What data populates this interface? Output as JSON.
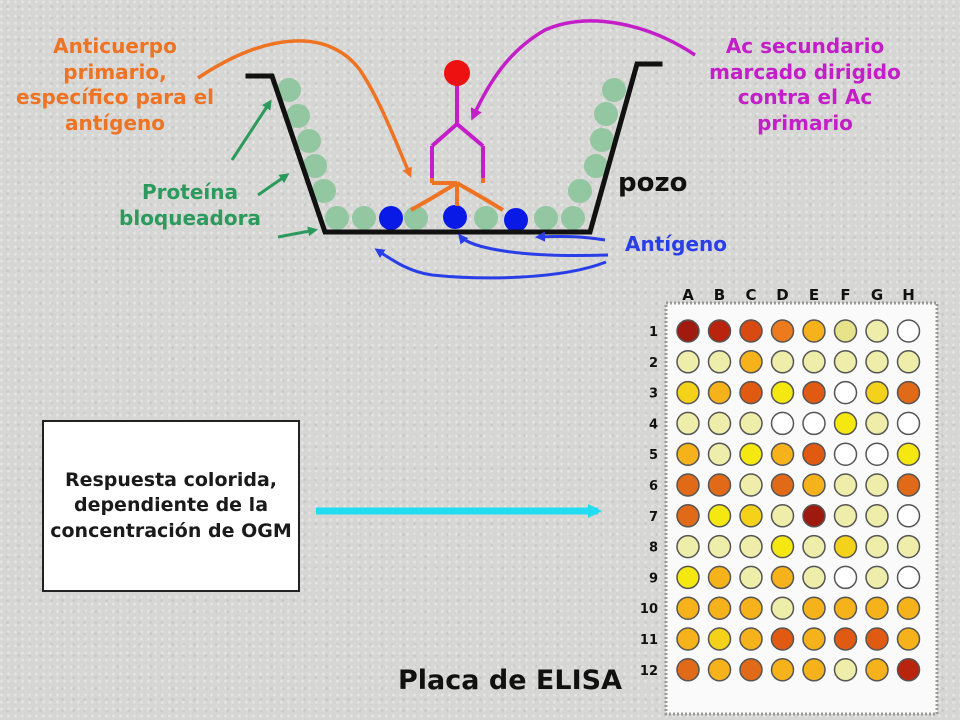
{
  "labels": {
    "anticuerpo_primario": "Anticuerpo primario, específico para el antígeno",
    "ac_secundario": "Ac secundario marcado dirigido contra el Ac primario",
    "proteina_bloqueadora": "Proteína bloqueadora",
    "antigeno": "Antígeno",
    "pozo": "pozo",
    "respuesta": "Respuesta colorida, dependiente de la concentración de OGM",
    "placa": "Placa de ELISA"
  },
  "plate": {
    "columns": [
      "A",
      "B",
      "C",
      "D",
      "E",
      "F",
      "G",
      "H"
    ],
    "rows": [
      "1",
      "2",
      "3",
      "4",
      "5",
      "6",
      "7",
      "8",
      "9",
      "10",
      "11",
      "12"
    ],
    "wells": [
      [
        "#a01a10",
        "#b8240e",
        "#d94a12",
        "#ee7a1e",
        "#f5b21a",
        "#e6e38a",
        "#eeeeaa",
        "#ffffff"
      ],
      [
        "#eeeeaa",
        "#eeeeaa",
        "#f5b21a",
        "#eeeeaa",
        "#eeeeaa",
        "#eeeeaa",
        "#eeeeaa",
        "#eeeeaa"
      ],
      [
        "#f5d21a",
        "#f5b21a",
        "#e05a12",
        "#f5e810",
        "#e05a12",
        "#ffffff",
        "#f5d21a",
        "#e06a18"
      ],
      [
        "#eeeeaa",
        "#eeeeaa",
        "#eeeeaa",
        "#ffffff",
        "#ffffff",
        "#f5e810",
        "#eeeeaa",
        "#ffffff"
      ],
      [
        "#f5b21a",
        "#eeeeaa",
        "#f5e810",
        "#f5b21a",
        "#e05a12",
        "#ffffff",
        "#ffffff",
        "#f5e810"
      ],
      [
        "#e06a18",
        "#e06a18",
        "#eeeeaa",
        "#e06a18",
        "#f5b21a",
        "#eeeeaa",
        "#eeeeaa",
        "#e06a18"
      ],
      [
        "#e06a18",
        "#f5e810",
        "#f5d21a",
        "#eeeeaa",
        "#9e1a0e",
        "#eeeeaa",
        "#eeeeaa",
        "#ffffff"
      ],
      [
        "#eeeeaa",
        "#eeeeaa",
        "#eeeeaa",
        "#f5e810",
        "#eeeeaa",
        "#f5d21a",
        "#eeeeaa",
        "#eeeeaa"
      ],
      [
        "#f5e810",
        "#f5b21a",
        "#eeeeaa",
        "#f5b21a",
        "#eeeeaa",
        "#ffffff",
        "#eeeeaa",
        "#ffffff"
      ],
      [
        "#f5b21a",
        "#f5b21a",
        "#f5b21a",
        "#eeeeaa",
        "#f5b21a",
        "#f5b21a",
        "#f5b21a",
        "#f5b21a"
      ],
      [
        "#f5b21a",
        "#f5d21a",
        "#f5b21a",
        "#e05a12",
        "#f5b21a",
        "#e05a12",
        "#e05a12",
        "#f5b21a"
      ],
      [
        "#e06a18",
        "#f5b21a",
        "#e06a18",
        "#f5b21a",
        "#f5b21a",
        "#eeeeaa",
        "#f5b21a",
        "#b8240e"
      ]
    ]
  },
  "colors": {
    "orange": "#ee7322",
    "magenta": "#c31ec8",
    "green": "#2c9a5c",
    "blue": "#2a3ee8",
    "blocking_protein": "#93c7a2",
    "antigen": "#0a1ae6",
    "label_enzyme": "#ee1111",
    "arrow_cyan": "#22dcf2"
  }
}
